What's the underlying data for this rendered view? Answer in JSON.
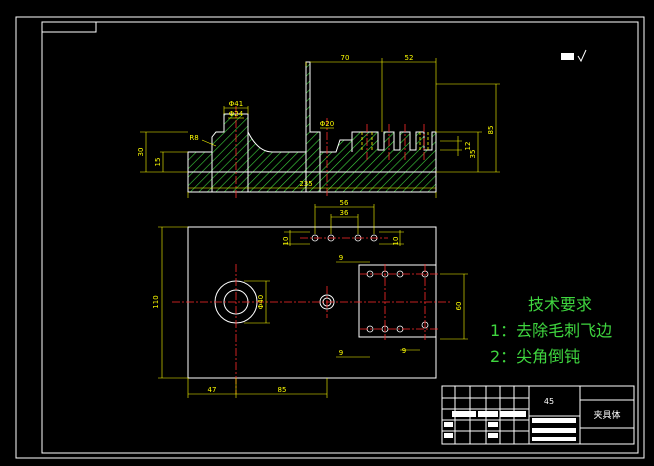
{
  "colors": {
    "background": "#000000",
    "frame": "#ffffff",
    "section_hatch": "#3fd63f",
    "centerline": "#ff2b2b",
    "dimension": "#ffff00",
    "notes": "#3fd63f",
    "hidden_line": "#ffff00"
  },
  "front_view_dims": {
    "width_total": "235",
    "top_span_a": "70",
    "top_span_b": "52",
    "height_total": "85",
    "height_right": "35",
    "height_left": "30",
    "height_left_small": "15",
    "hole_dia_a": "Φ41",
    "hole_dia_b": "Φ24",
    "hole_dia_c": "Φ20",
    "fillet_r": "R8",
    "slot_small": "12"
  },
  "top_view_dims": {
    "top_a": "56",
    "top_b": "36",
    "left_small": "10",
    "right_small": "10",
    "height_total": "110",
    "boss_dia": "Φ40",
    "bottom_left": "47",
    "bottom_mid": "85",
    "right_height": "60",
    "pitch_top": "9",
    "pitch_bottom": "9",
    "pitch_bottom_b": "9"
  },
  "surface_finish": "▬ √",
  "technical_requirements": {
    "title": "技术要求",
    "item1": "1：去除毛刺飞边",
    "item2": "2：尖角倒钝"
  },
  "title_block": {
    "material": "45",
    "part_name": "夹具体"
  }
}
